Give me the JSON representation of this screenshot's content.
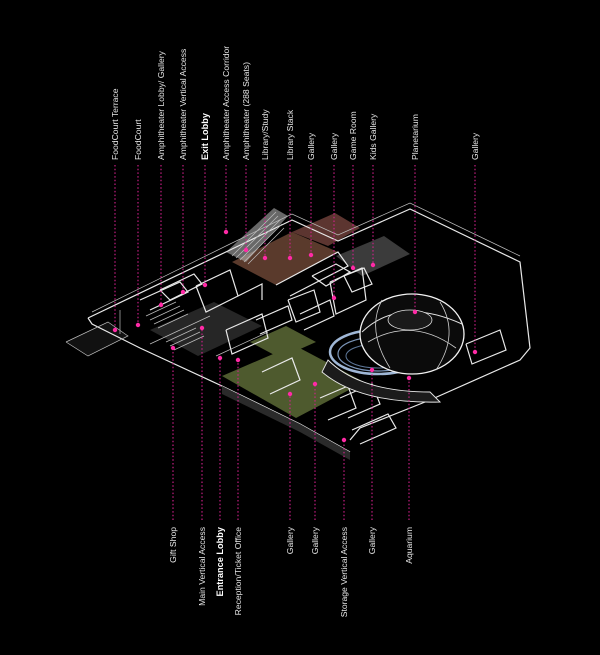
{
  "colors": {
    "background": "#000000",
    "leader": "#d6208f",
    "dot": "#ff2aa6",
    "wall": "#e9e9e9",
    "zone_brown": "#5a3a2c",
    "zone_olive": "#4e5a2e",
    "zone_gray": "#3a3a3a",
    "zone_blue": "#9fb7d6"
  },
  "labels_top": [
    "FoodCourt Terrace",
    "FoodCourt",
    "Amphitheater Lobby/ Gallery",
    "Amphitheater Vertical Access",
    "Exit Lobby",
    "Amphitheater Access Corridor",
    "Amphitheater (288 Seats)",
    "Library/Study",
    "Library Stack",
    "Gallery",
    "Gallery",
    "Game Room",
    "Kids Gallery",
    "Planetarium",
    "Gallery"
  ],
  "labels_bottom": [
    "Gift Shop",
    "Main Vertical Access",
    "Entrance Lobby",
    "Reception/Ticket Office",
    "Gallery",
    "Gallery",
    "Storage Vertical Access",
    "Gallery",
    "Aquarium"
  ]
}
